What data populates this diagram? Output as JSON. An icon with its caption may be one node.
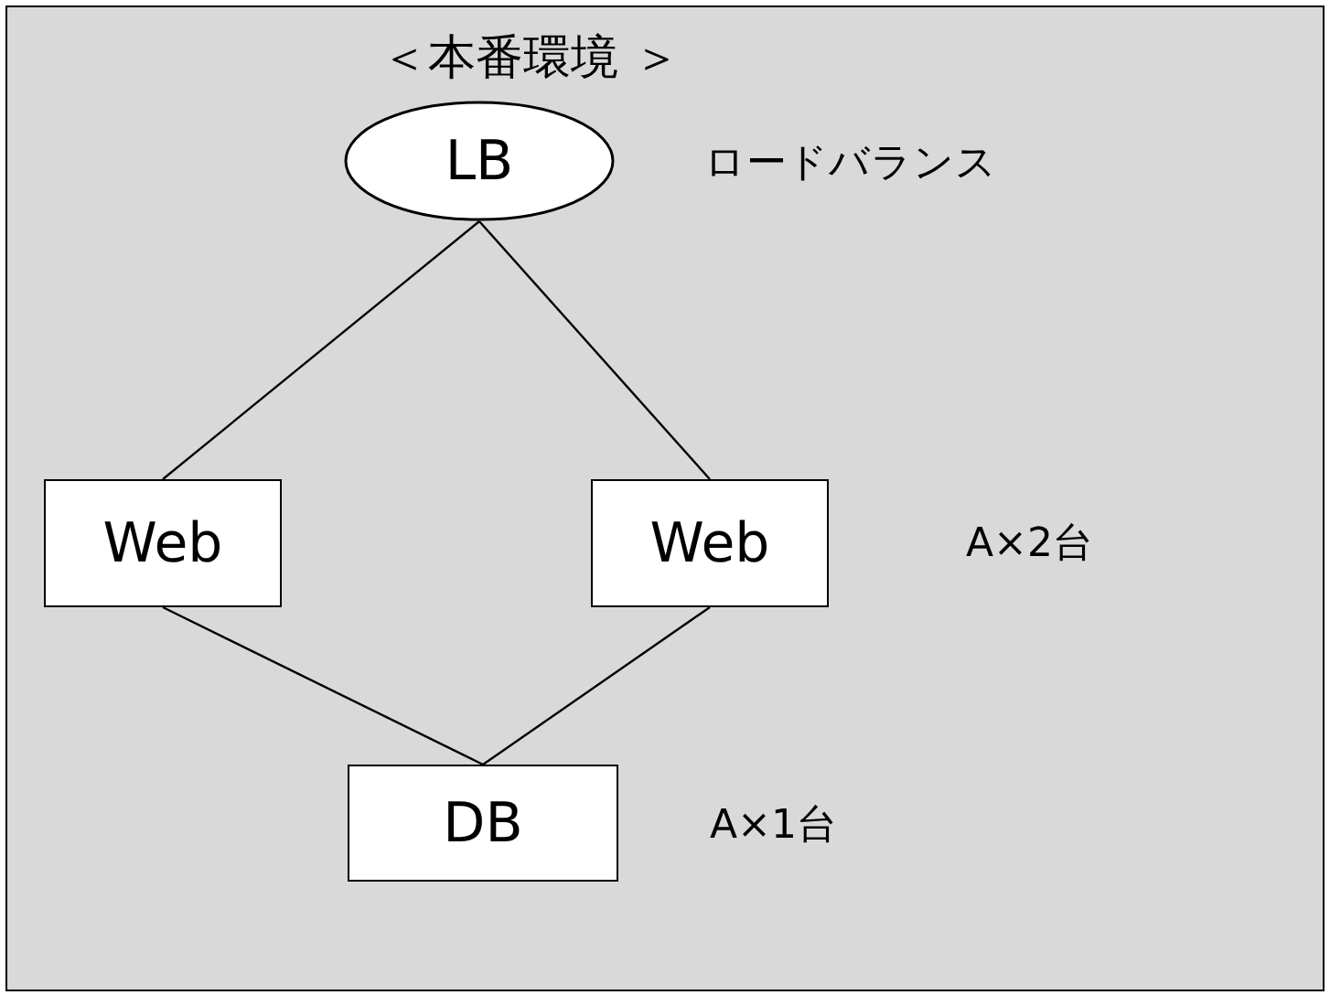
{
  "diagram": {
    "title": "＜本番環境 ＞",
    "nodes": [
      {
        "text": [
          "LB"
        ],
        "beside": [
          "ロードバランス"
        ]
      },
      {
        "text": [
          "Web"
        ]
      },
      {
        "text": [
          "Web"
        ]
      },
      {
        "text": [
          "DB"
        ],
        "beside": [
          "A×1台"
        ]
      }
    ],
    "edges": [
      {
        "from": 0,
        "to": 1,
        "arrow": "none"
      },
      {
        "from": 0,
        "to": 2,
        "arrow": "none"
      },
      {
        "from": 1,
        "to": 3,
        "arrow": "none"
      },
      {
        "from": 2,
        "to": 3,
        "arrow": "none"
      }
    ],
    "labels": [
      "A×2台"
    ]
  }
}
